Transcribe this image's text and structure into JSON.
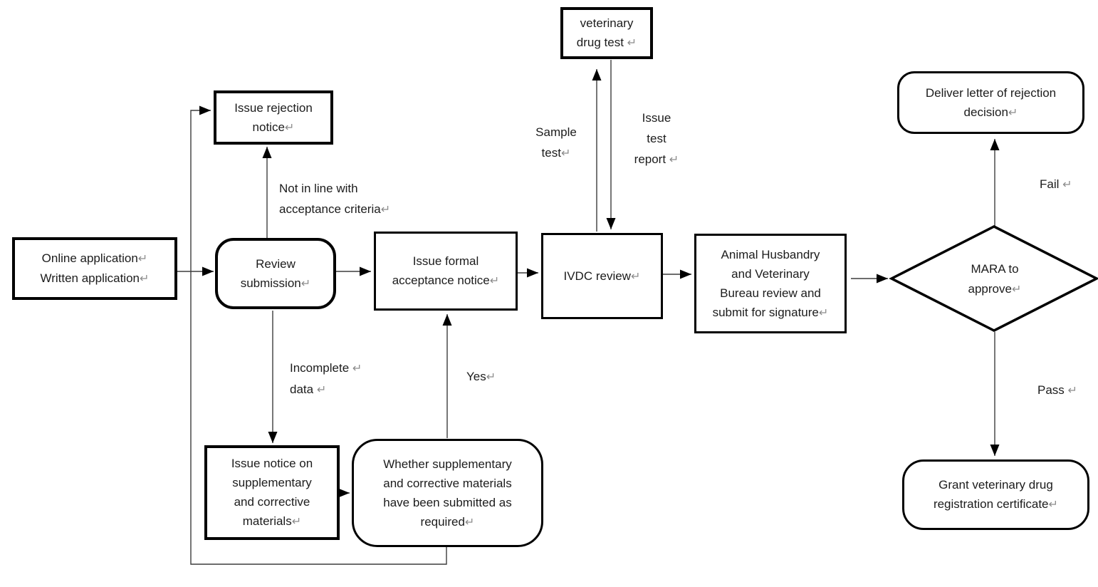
{
  "diagram": {
    "colors": {
      "line": "#3d3d3d",
      "border": "#000000",
      "text": "#1c1c1c",
      "paragraph_mark": "#8c8c8c",
      "background": "#ffffff"
    },
    "paragraph_mark_glyph": "↵",
    "nodes": {
      "online_application": {
        "lines": [
          "Online application↵",
          "Written application↵"
        ]
      },
      "review_submission": {
        "lines": [
          "Review",
          "submission↵"
        ]
      },
      "issue_rejection_notice": {
        "lines": [
          "Issue rejection",
          "notice↵"
        ]
      },
      "issue_formal_acceptance": {
        "lines": [
          "Issue formal",
          "acceptance notice↵"
        ]
      },
      "ivdc_review": {
        "lines": [
          "IVDC review↵"
        ]
      },
      "veterinary_drug_test": {
        "lines": [
          "veterinary",
          "drug test ↵"
        ]
      },
      "husbandry_bureau": {
        "lines": [
          "Animal Husbandry",
          "and Veterinary",
          "Bureau review and",
          "submit for signature↵"
        ]
      },
      "mara_decision": {
        "lines": [
          "MARA to",
          "approve↵"
        ]
      },
      "deliver_rejection_letter": {
        "lines": [
          "Deliver letter of rejection",
          "decision↵"
        ]
      },
      "grant_certificate": {
        "lines": [
          "Grant veterinary drug",
          "registration certificate↵"
        ]
      },
      "issue_supplementary_notice": {
        "lines": [
          "Issue notice on",
          "supplementary",
          "and corrective",
          "materials↵"
        ]
      },
      "whether_supplementary": {
        "lines": [
          "Whether supplementary",
          "and corrective materials",
          "have been submitted as",
          "required↵"
        ]
      }
    },
    "edge_labels": {
      "not_in_line": {
        "lines": [
          "Not in line with",
          "acceptance criteria↵"
        ]
      },
      "incomplete_data": {
        "lines": [
          "Incomplete ↵",
          "data ↵"
        ]
      },
      "yes": {
        "lines": [
          "Yes↵"
        ]
      },
      "sample_test": {
        "lines": [
          "Sample",
          "test↵"
        ]
      },
      "issue_test_report": {
        "lines": [
          "Issue",
          "test",
          "report ↵"
        ]
      },
      "fail": {
        "lines": [
          "Fail ↵"
        ]
      },
      "pass": {
        "lines": [
          "Pass ↵"
        ]
      }
    }
  }
}
